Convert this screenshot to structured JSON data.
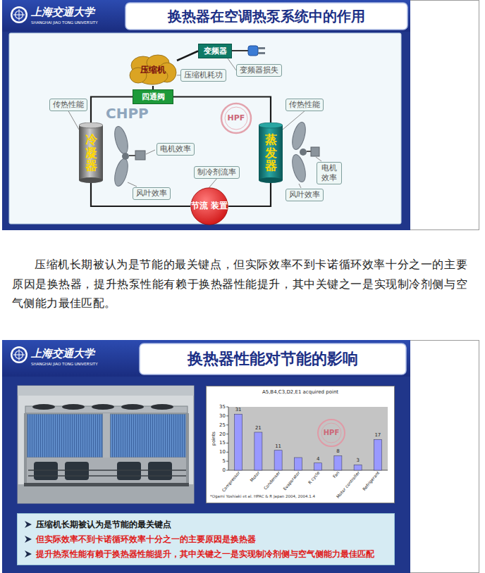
{
  "diagram": {
    "nodes": [
      {
        "text": [
          "换热器在空调热泵系统中的作用"
        ]
      },
      {
        "text": [
          "压缩机"
        ],
        "in": 0
      },
      {
        "text": [
          "变频器"
        ],
        "in": 0
      },
      {
        "text": [
          "四通阀"
        ],
        "in": 0
      },
      {
        "text": [
          "冷凝器"
        ],
        "in": 0
      },
      {
        "text": [
          "蒸发器"
        ],
        "in": 0
      },
      {
        "text": [
          "节流 装置"
        ],
        "in": 0
      },
      {
        "text": [
          "压缩机耗功"
        ],
        "in": 0
      },
      {
        "text": [
          "变频器损失"
        ],
        "in": 0
      },
      {
        "text": [
          "传热性能"
        ],
        "in": 0
      },
      {
        "text": [
          "传热性能"
        ],
        "in": 0
      },
      {
        "text": [
          "电机效率"
        ],
        "in": 0
      },
      {
        "text": [
          "电机 效率"
        ],
        "in": 0
      },
      {
        "text": [
          "风叶效率"
        ],
        "in": 0
      },
      {
        "text": [
          "风叶效率"
        ],
        "in": 0
      },
      {
        "text": [
          "制冷剂流率"
        ],
        "in": 0
      },
      {
        "text": [
          "换热器性能对节能的影响"
        ]
      },
      {
        "text": [
          "A5,B4,C3,D2,E1 acquired point"
        ],
        "in": 16
      },
      {
        "text": [
          "压缩机长期被认为是节能的最关键点",
          "但实际效率不到卡诺循环效率十分之一的主要原因是换热器",
          "提升热泵性能有赖于换热器性能提升，其中关键之一是实现制冷剂侧与空气侧能力最佳匹配"
        ],
        "in": 16
      }
    ],
    "edges": [
      {
        "from": 2,
        "to": 1,
        "arrow": "none"
      },
      {
        "from": 1,
        "to": 3,
        "arrow": "none"
      },
      {
        "from": 3,
        "to": 4,
        "arrow": "none"
      },
      {
        "from": 3,
        "to": 5,
        "arrow": "none"
      },
      {
        "from": 4,
        "to": 6,
        "arrow": "none"
      },
      {
        "from": 6,
        "to": 5,
        "arrow": "none"
      },
      {
        "from": 7,
        "to": 1,
        "arrow": "none"
      },
      {
        "from": 8,
        "to": 2,
        "arrow": "none"
      },
      {
        "from": 9,
        "to": 4,
        "arrow": "none"
      },
      {
        "from": 10,
        "to": 5,
        "arrow": "none"
      },
      {
        "from": 15,
        "to": 6,
        "arrow": "none"
      }
    ],
    "labels": [
      "上海交通大学",
      "SHANGHAI JIAO TONG UNIVERSITY",
      "CHPP",
      "HPF",
      "压缩机长期被认为是节能的最关键点，但实际效率不到卡诺循环效率十分之一的主要原因是换热器，提升热泵性能有赖于换热器性能提升，其中关键之一是实现制冷剂侧与空气侧能力最佳匹配。",
      "上海交通大学",
      "SHANGHAI JIAO TONG UNIVERSITY",
      "HPF",
      "35",
      "30",
      "25",
      "20",
      "15",
      "10",
      "5",
      "0",
      "points",
      "31",
      "21",
      "11",
      "4",
      "8",
      "3",
      "17",
      "Compressor",
      "Motor",
      "Condenser",
      "Evaporator",
      "R cycle",
      "Fan",
      "Motor controller",
      "Refrigerant",
      "*Ogami Yoshiaki et al. HPAC & R Japan 2004, 2004.1.4"
    ]
  }
}
